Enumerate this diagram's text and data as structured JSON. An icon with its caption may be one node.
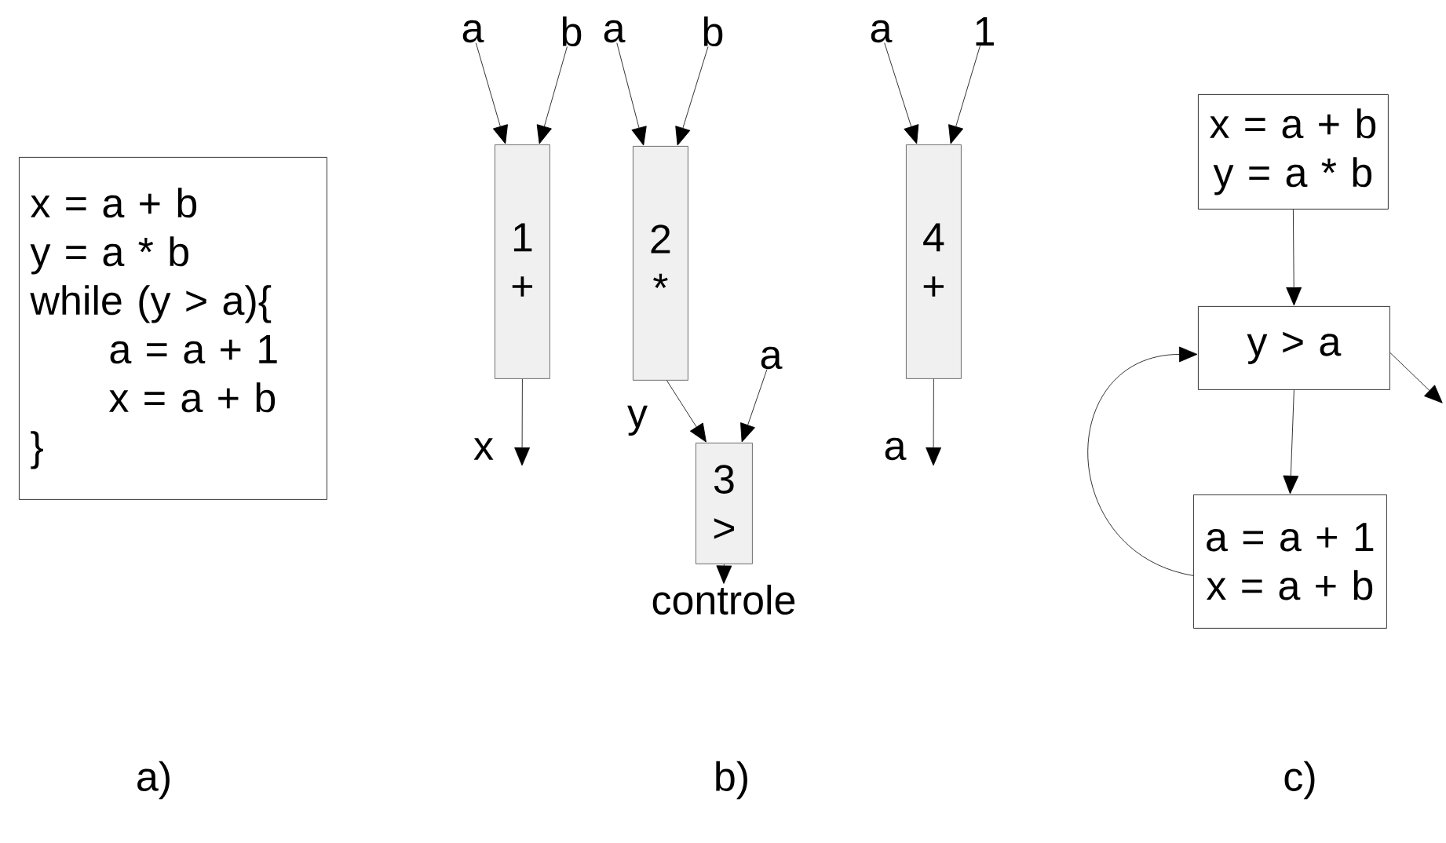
{
  "diagram": {
    "nodes": [
      {
        "text": [
          "x = a + b",
          "y = a * b",
          "while (y > a){",
          "a = a + 1",
          "x = a + b",
          "}"
        ]
      },
      {
        "text": [
          "a"
        ]
      },
      {
        "text": [
          "b"
        ]
      },
      {
        "text": [
          "1",
          "+"
        ]
      },
      {
        "text": [
          "a"
        ]
      },
      {
        "text": [
          "b"
        ]
      },
      {
        "text": [
          "2",
          "*"
        ]
      },
      {
        "text": [
          "a"
        ]
      },
      {
        "text": [
          "3",
          ">"
        ]
      },
      {
        "text": [
          "a"
        ]
      },
      {
        "text": [
          "1"
        ]
      },
      {
        "text": [
          "4",
          "+"
        ]
      },
      {
        "text": [
          "controle"
        ]
      },
      {
        "text": [
          "x = a + b y = a * b"
        ]
      },
      {
        "text": [
          "y > a"
        ]
      },
      {
        "text": [
          "a = a + 1 x = a + b"
        ]
      }
    ],
    "edges": [
      {
        "from": 1,
        "to": 3,
        "arrow": "to"
      },
      {
        "from": 2,
        "to": 3,
        "arrow": "to"
      },
      {
        "from": 3,
        "to": null,
        "arrow": "to",
        "label": "x"
      },
      {
        "from": 4,
        "to": 6,
        "arrow": "to"
      },
      {
        "from": 5,
        "to": 6,
        "arrow": "to"
      },
      {
        "from": 6,
        "to": 8,
        "arrow": "to",
        "label": "y"
      },
      {
        "from": 7,
        "to": 8,
        "arrow": "to"
      },
      {
        "from": 8,
        "to": 12,
        "arrow": "to"
      },
      {
        "from": 9,
        "to": 11,
        "arrow": "to"
      },
      {
        "from": 10,
        "to": 11,
        "arrow": "to"
      },
      {
        "from": 11,
        "to": null,
        "arrow": "to",
        "label": "a"
      },
      {
        "from": 13,
        "to": 14,
        "arrow": "to"
      },
      {
        "from": 14,
        "to": 15,
        "arrow": "to"
      },
      {
        "from": 15,
        "to": 14,
        "arrow": "to"
      },
      {
        "from": 14,
        "to": null,
        "arrow": "to"
      }
    ],
    "labels": [
      "a)",
      "b)",
      "c)"
    ]
  }
}
